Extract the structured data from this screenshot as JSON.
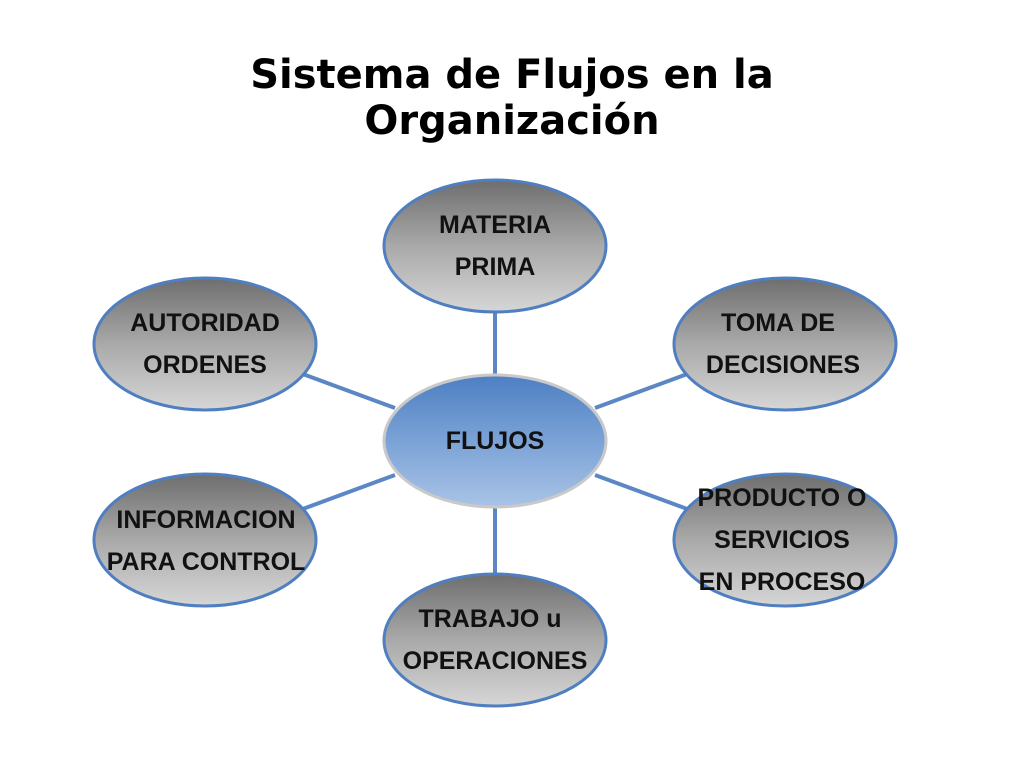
{
  "title": {
    "line1": "Sistema de Flujos en la",
    "line2": "Organización"
  },
  "center": {
    "label": "FLUJOS"
  },
  "nodes": [
    {
      "line1": "MATERIA",
      "line2": "PRIMA"
    },
    {
      "line1": "TOMA DE",
      "line2": "DECISIONES"
    },
    {
      "line1": "PRODUCTO O",
      "line2": "SERVICIOS",
      "line3": "EN PROCESO"
    },
    {
      "line1": "TRABAJO u",
      "line2": "OPERACIONES"
    },
    {
      "line1": "INFORMACION",
      "line2": "PARA CONTROL"
    },
    {
      "line1": "AUTORIDAD",
      "line2": "ORDENES"
    }
  ],
  "colors": {
    "node_fill": "#9a9a9a",
    "node_border": "#4f7fc0",
    "center_fill": "#6f9ad0",
    "connector": "#5b87c4"
  }
}
